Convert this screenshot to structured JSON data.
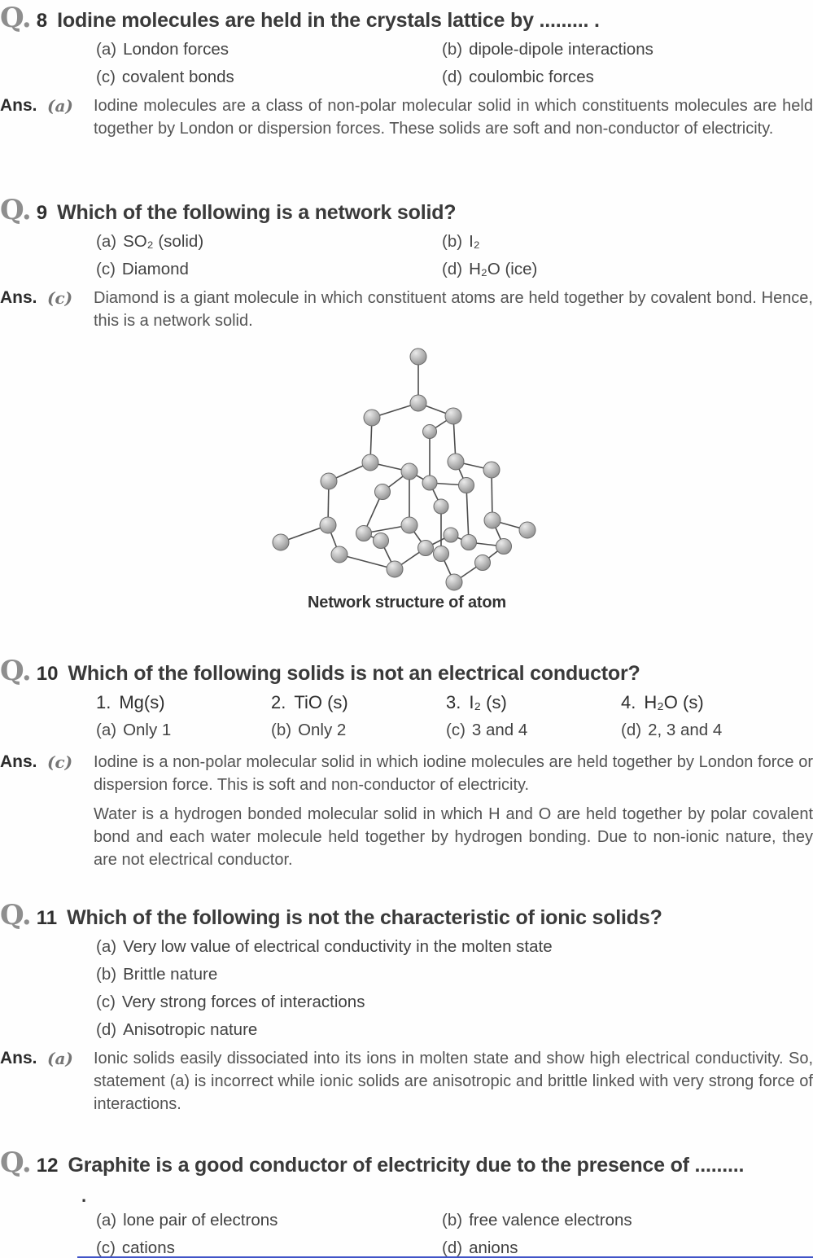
{
  "page": {
    "background": "#fefefe",
    "q_badge_color": "#8e8e8e",
    "divider_color": "#4053c8"
  },
  "figure": {
    "caption": "Network structure of atom"
  },
  "questions": [
    {
      "badge": "Q.",
      "number": "8",
      "text": "Iodine molecules are held in the crystals lattice by ......... .",
      "options": [
        {
          "label": "(a)",
          "text": "London forces"
        },
        {
          "label": "(b)",
          "text": "dipole-dipole interactions"
        },
        {
          "label": "(c)",
          "text": "covalent bonds"
        },
        {
          "label": "(d)",
          "text": "coulombic forces"
        }
      ],
      "answer": {
        "label": "Ans.",
        "choice": "(a)",
        "paragraphs": [
          "Iodine molecules are a class of non-polar molecular solid in which constituents molecules are held together by London or dispersion forces. These solids are soft and non-conductor of electricity."
        ]
      }
    },
    {
      "badge": "Q.",
      "number": "9",
      "text": "Which of the following is a network solid?",
      "options": [
        {
          "label": "(a)",
          "text": "SO₂ (solid)"
        },
        {
          "label": "(b)",
          "text": "I₂"
        },
        {
          "label": "(c)",
          "text": "Diamond"
        },
        {
          "label": "(d)",
          "text": "H₂O  (ice)"
        }
      ],
      "answer": {
        "label": "Ans.",
        "choice": "(c)",
        "paragraphs": [
          "Diamond is a giant molecule in which constituent atoms are held together by covalent bond. Hence, this is a network solid."
        ]
      }
    },
    {
      "badge": "Q.",
      "number": "10",
      "text": "Which of the following solids is not an electrical conductor?",
      "items": [
        {
          "label": "1.",
          "text": "Mg(s)"
        },
        {
          "label": "2.",
          "text": "TiO (s)"
        },
        {
          "label": "3.",
          "text": "I₂ (s)"
        },
        {
          "label": "4.",
          "text": "H₂O (s)"
        }
      ],
      "options": [
        {
          "label": "(a)",
          "text": "Only 1"
        },
        {
          "label": "(b)",
          "text": "Only 2"
        },
        {
          "label": "(c)",
          "text": "3 and 4"
        },
        {
          "label": "(d)",
          "text": "2, 3 and 4"
        }
      ],
      "answer": {
        "label": "Ans.",
        "choice": "(c)",
        "paragraphs": [
          "Iodine is a non-polar molecular solid in which iodine molecules are held together by London force or dispersion force. This is soft and non-conductor of electricity.",
          "Water is a hydrogen bonded molecular solid in which H and O are held together by polar covalent bond and each water molecule held together by hydrogen bonding. Due to non-ionic nature, they are not electrical conductor."
        ]
      }
    },
    {
      "badge": "Q.",
      "number": "11",
      "text": "Which of the following is not the characteristic of ionic solids?",
      "options": [
        {
          "label": "(a)",
          "text": "Very low value of electrical conductivity in the molten state"
        },
        {
          "label": "(b)",
          "text": "Brittle nature"
        },
        {
          "label": "(c)",
          "text": "Very strong forces of interactions"
        },
        {
          "label": "(d)",
          "text": "Anisotropic nature"
        }
      ],
      "answer": {
        "label": "Ans.",
        "choice": "(a)",
        "paragraphs": [
          "Ionic solids easily dissociated into its ions in molten state and show high electrical conductivity. So, statement (a) is incorrect while ionic solids are anisotropic and brittle linked with very strong force of interactions."
        ]
      }
    },
    {
      "badge": "Q.",
      "number": "12",
      "text": "Graphite is a good conductor of electricity due to the presence of .........",
      "continuation": ".",
      "options": [
        {
          "label": "(a)",
          "text": "lone pair of electrons"
        },
        {
          "label": "(b)",
          "text": "free valence electrons"
        },
        {
          "label": "(c)",
          "text": "cations"
        },
        {
          "label": "(d)",
          "text": "anions"
        }
      ]
    }
  ]
}
